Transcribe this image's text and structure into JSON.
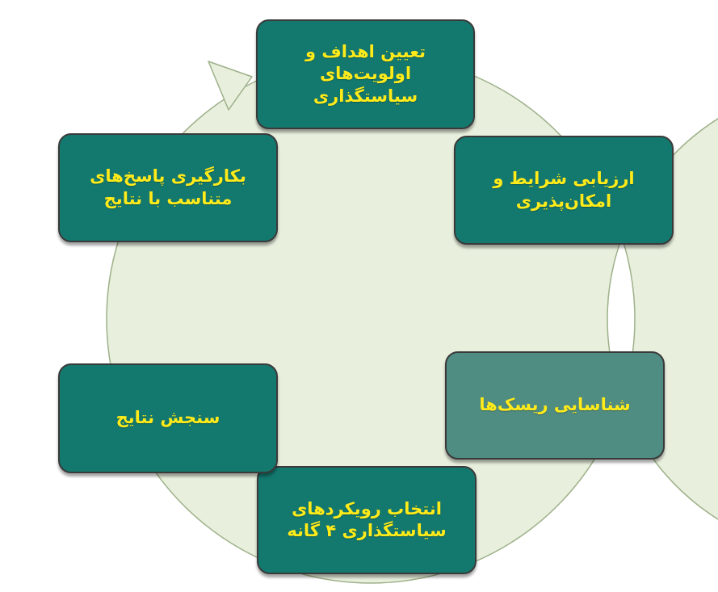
{
  "diagram": {
    "colors": {
      "box_fill": "#13796f",
      "box_fill_highlight": "#4f8c82",
      "box_text": "#ffeb1a",
      "ring_fill": "#e8efdd",
      "ring_stroke": "#9eb18a"
    },
    "steps": [
      {
        "label": "تعیین اهداف و\nاولویت‌های\nسیاستگذاری"
      },
      {
        "label": "ارزیابی شرایط و\nامکان‌پذیری"
      },
      {
        "label": "شناسایی ریسک‌ها"
      },
      {
        "label": "انتخاب رویکردهای\nسیاستگذاری ۴ گانه"
      },
      {
        "label": "سنجش نتایج"
      },
      {
        "label": "بکارگیری پاسخ‌های\nمتناسب با نتایج"
      }
    ]
  }
}
